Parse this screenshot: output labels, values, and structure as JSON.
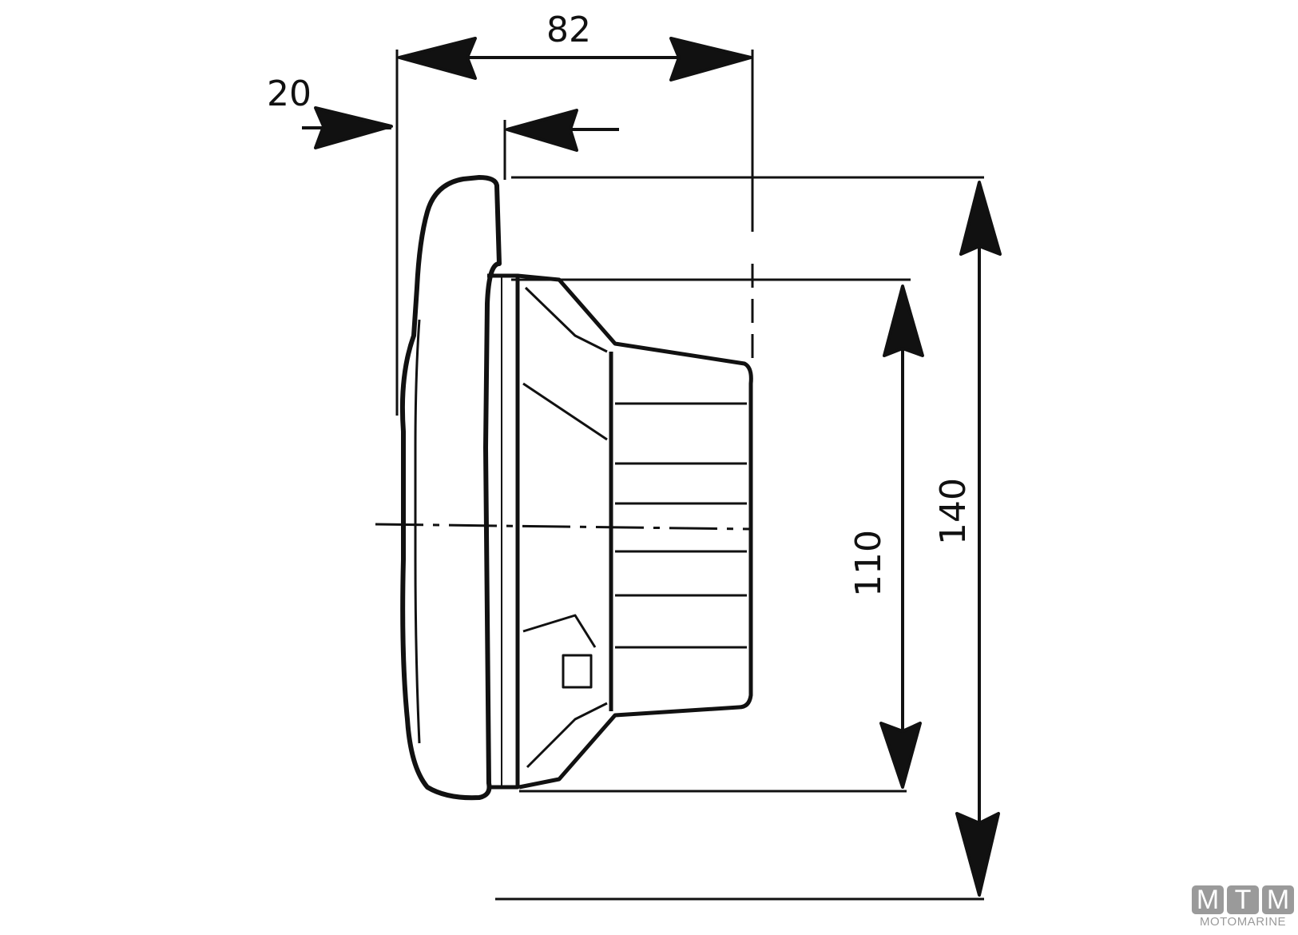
{
  "dimensions": {
    "depth_total": "82",
    "bezel_depth": "20",
    "cutout_diameter": "110",
    "outer_diameter": "140"
  },
  "logo": {
    "letters": [
      "M",
      "T",
      "M"
    ],
    "name": "MOTOMARINE"
  }
}
